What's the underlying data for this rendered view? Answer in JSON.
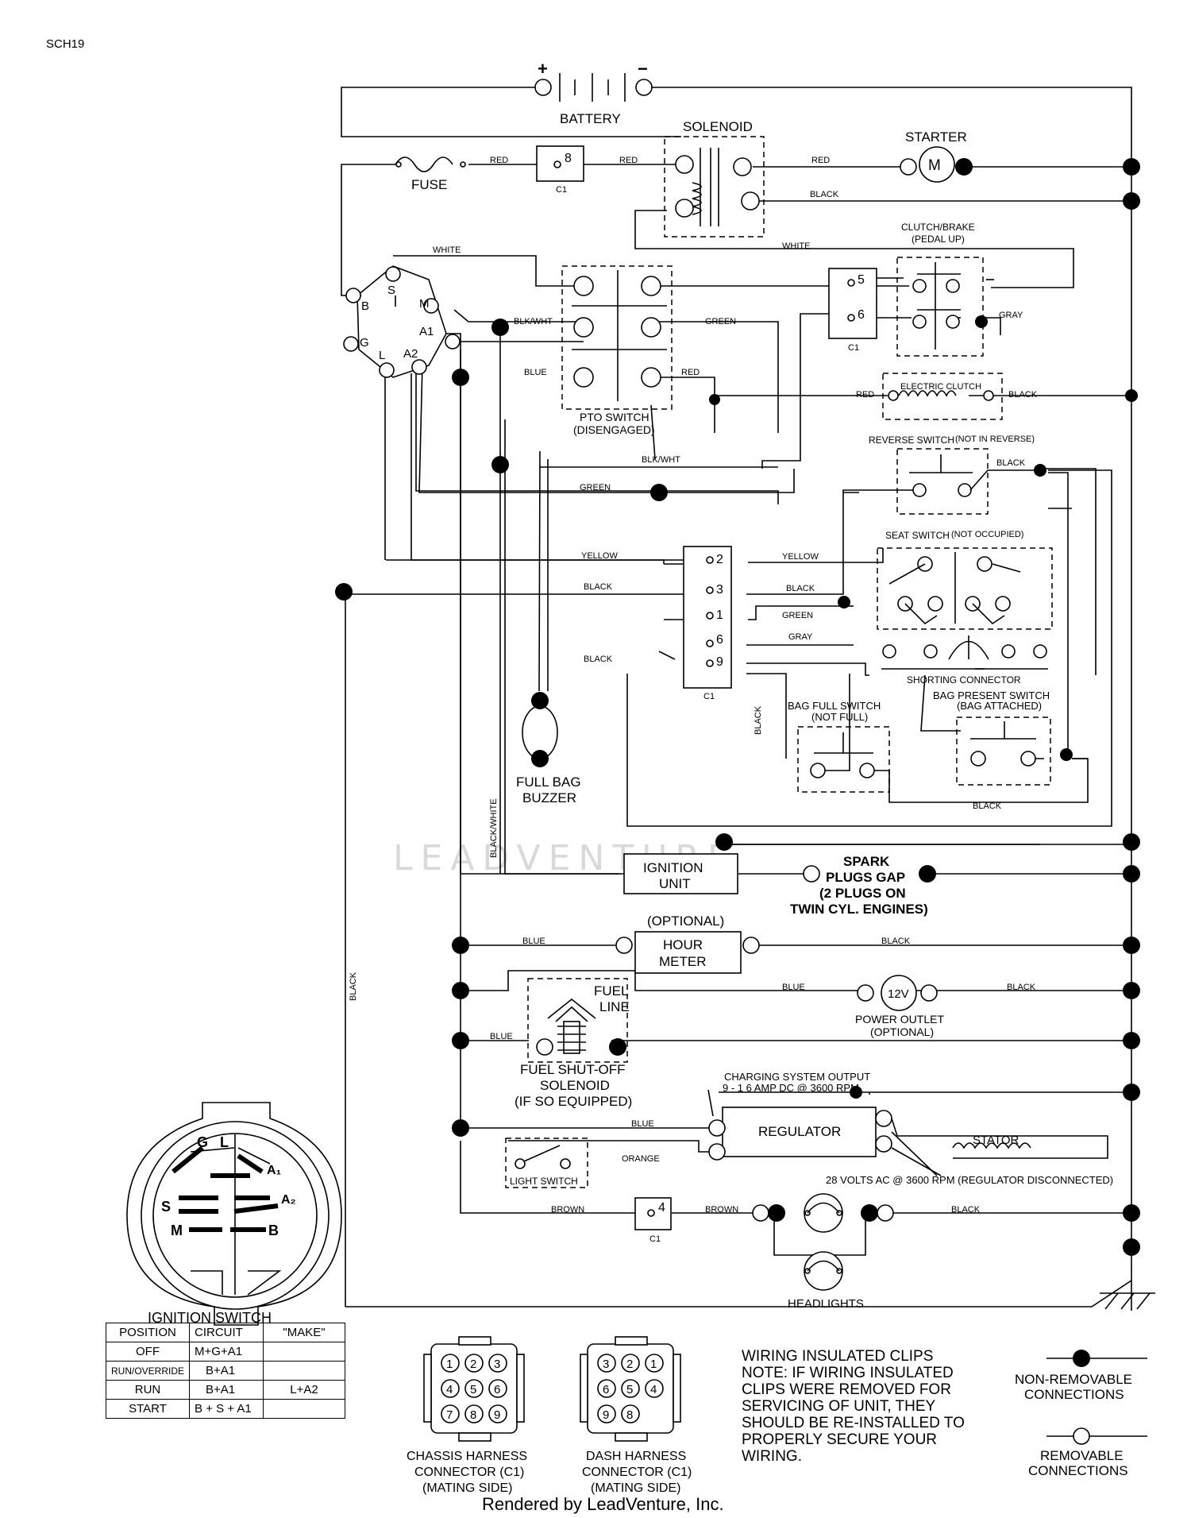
{
  "page": {
    "code": "SCH19",
    "footer": "Rendered by LeadVenture, Inc.",
    "watermark": "LEADVENTURE"
  },
  "components": {
    "battery": "BATTERY",
    "battery_plus": "+",
    "battery_minus": "−",
    "solenoid": "SOLENOID",
    "starter": "STARTER",
    "starter_symbol": "M",
    "fuse": "FUSE",
    "connector": "C1",
    "clutch_brake": "CLUTCH/BRAKE",
    "clutch_brake_state": "(PEDAL UP)",
    "pto_switch": "PTO SWITCH",
    "pto_state": "(DISENGAGED)",
    "electric_clutch": "ELECTRIC CLUTCH",
    "reverse_switch": "REVERSE SWITCH",
    "reverse_state": "(NOT IN REVERSE)",
    "seat_switch": "SEAT SWITCH",
    "seat_state": "(NOT OCCUPIED)",
    "shorting_connector": "SHORTING CONNECTOR",
    "bag_full_switch": "BAG FULL SWITCH",
    "bag_full_state": "(NOT FULL)",
    "bag_present_switch": "BAG PRESENT SWITCH",
    "bag_present_state": "(BAG ATTACHED)",
    "buzzer_1": "FULL BAG",
    "buzzer_2": "BUZZER",
    "ignition_unit_1": "IGNITION",
    "ignition_unit_2": "UNIT",
    "spark_1": "SPARK",
    "spark_2": "PLUGS GAP",
    "spark_3": "(2 PLUGS ON",
    "spark_4": "TWIN CYL. ENGINES)",
    "optional": "(OPTIONAL)",
    "hour_meter_1": "HOUR",
    "hour_meter_2": "METER",
    "fuel_line_1": "FUEL",
    "fuel_line_2": "LINE",
    "power_outlet_symbol": "12V",
    "power_outlet": "POWER OUTLET",
    "power_outlet_state": "(OPTIONAL)",
    "fuel_solenoid_1": "FUEL SHUT-OFF",
    "fuel_solenoid_2": "SOLENOID",
    "fuel_solenoid_3": "(IF SO EQUIPPED)",
    "charging_1": "CHARGING SYSTEM OUTPUT",
    "charging_2": "9 - 1 6 AMP DC @ 3600 RPM",
    "regulator": "REGULATOR",
    "stator": "STATOR",
    "stator_note": "28 VOLTS AC @ 3600 RPM (REGULATOR DISCONNECTED)",
    "light_switch": "LIGHT SWITCH",
    "headlights": "HEADLIGHTS"
  },
  "ignition_terminals": {
    "S": "S",
    "M": "M",
    "B": "B",
    "A1": "A1",
    "G": "G",
    "L": "L",
    "A2": "A2"
  },
  "connector_pins": {
    "p8": "8",
    "p5": "5",
    "p6": "6",
    "p2": "2",
    "p3": "3",
    "p1": "1",
    "p6b": "6",
    "p9": "9",
    "p4": "4"
  },
  "wire_labels": {
    "red": "RED",
    "black": "BLACK",
    "white": "WHITE",
    "blkwht": "BLK/WHT",
    "blue": "BLUE",
    "green": "GREEN",
    "gray": "GRAY",
    "yellow": "YELLOW",
    "black_white": "BLACK/WHITE",
    "orange": "ORANGE",
    "brown": "BROWN"
  },
  "ignition_switch": {
    "title": "IGNITION SWITCH",
    "face_labels": {
      "G": "G",
      "L": "L",
      "A1": "A₁",
      "S": "S",
      "A2": "A₂",
      "M": "M",
      "B": "B"
    },
    "headers": [
      "POSITION",
      "CIRCUIT",
      "\"MAKE\""
    ],
    "rows": [
      {
        "position": "OFF",
        "circuit": "M+G+A1",
        "make": ""
      },
      {
        "position": "RUN/OVERRIDE",
        "circuit": "B+A1",
        "make": ""
      },
      {
        "position": "RUN",
        "circuit": "B+A1",
        "make": "L+A2"
      },
      {
        "position": "START",
        "circuit": "B + S + A1",
        "make": ""
      }
    ]
  },
  "harness": {
    "chassis_1": "CHASSIS HARNESS",
    "chassis_2": "CONNECTOR (C1)",
    "chassis_3": "(MATING SIDE)",
    "dash_1": "DASH HARNESS",
    "dash_2": "CONNECTOR (C1)",
    "dash_3": "(MATING SIDE)",
    "chassis_pins": [
      "1",
      "2",
      "3",
      "4",
      "5",
      "6",
      "7",
      "8",
      "9"
    ],
    "dash_pins": [
      "3",
      "2",
      "1",
      "6",
      "5",
      "4",
      "9",
      "8"
    ]
  },
  "notes": {
    "clip_note": "WIRING INSULATED CLIPS\nNOTE: IF WIRING INSULATED\nCLIPS WERE REMOVED FOR\nSERVICING OF UNIT, THEY\nSHOULD BE RE-INSTALLED TO\nPROPERLY SECURE YOUR\nWIRING.",
    "non_removable_1": "NON-REMOVABLE",
    "non_removable_2": "CONNECTIONS",
    "removable_1": "REMOVABLE",
    "removable_2": "CONNECTIONS"
  }
}
